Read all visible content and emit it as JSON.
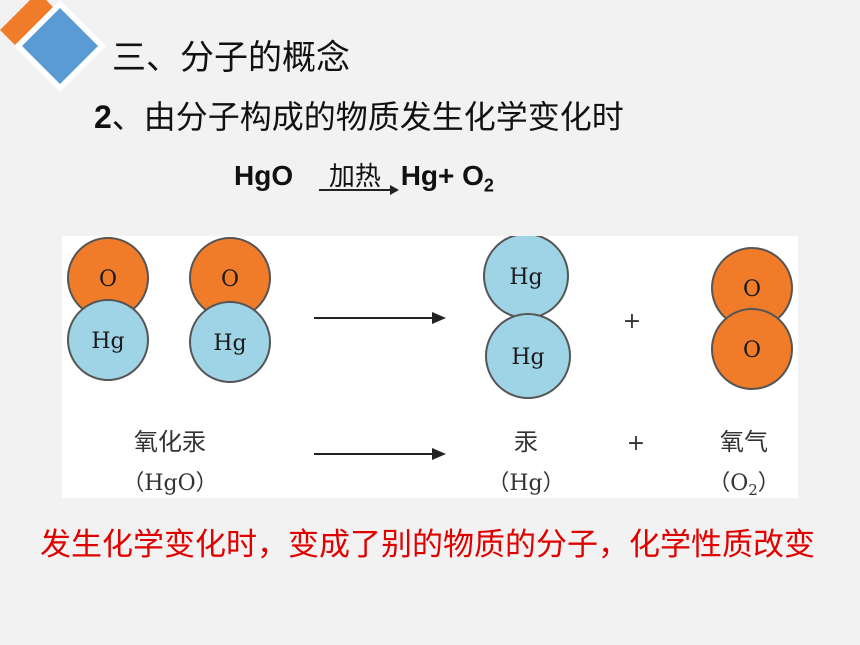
{
  "header": {
    "title": "三、分子的概念",
    "subtitle_num": "2",
    "subtitle_text": "、由分子构成的物质发生化学变化时"
  },
  "equation": {
    "reactant": "HgO",
    "condition": "加热",
    "product_1": "Hg+ O",
    "product_1_sub": "2"
  },
  "diagram": {
    "molecules": [
      {
        "top": "O",
        "bottom": "Hg"
      },
      {
        "top": "O",
        "bottom": "Hg"
      }
    ],
    "products": [
      {
        "top": "Hg",
        "bottom": "Hg"
      },
      {
        "top": "O",
        "bottom": "O"
      }
    ],
    "plus": "+",
    "labels": {
      "reactant_name": "氧化汞",
      "reactant_formula": "（HgO）",
      "product1_name": "汞",
      "product1_formula": "（Hg）",
      "product2_name": "氧气",
      "product2_formula_a": "（O",
      "product2_formula_sub": "2",
      "product2_formula_b": "）"
    },
    "colors": {
      "oxygen": "#f07c2a",
      "mercury": "#9fd3e6",
      "outline": "#555555"
    }
  },
  "conclusion": "发生化学变化时，变成了别的物质的分子，化学性质改变"
}
